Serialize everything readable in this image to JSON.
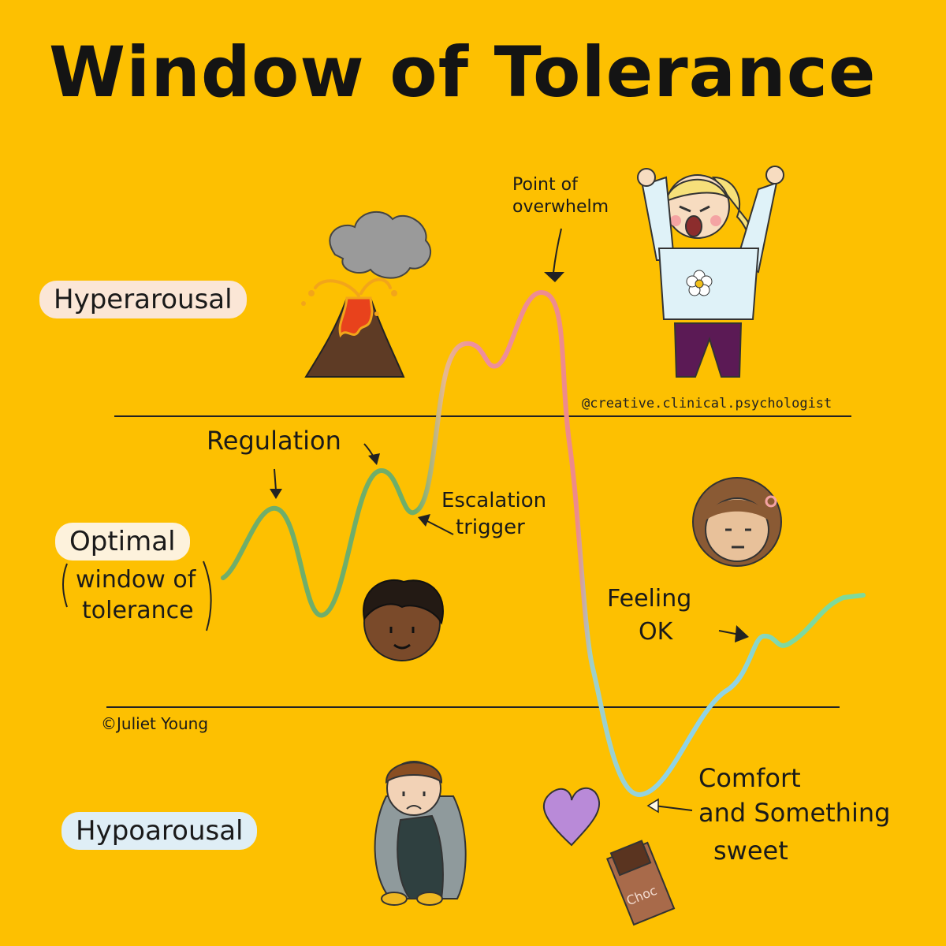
{
  "title": "Window of Tolerance",
  "zones": {
    "hyper": "Hyperarousal",
    "optimal": "Optimal",
    "optimal_sub_1": "window of",
    "optimal_sub_2": "tolerance",
    "hypo": "Hypoarousal"
  },
  "annotations": {
    "overwhelm_1": "Point of",
    "overwhelm_2": "overwhelm",
    "regulation": "Regulation",
    "escalation_1": "Escalation",
    "escalation_2": "trigger",
    "feeling_1": "Feeling",
    "feeling_2": "OK",
    "comfort_1": "Comfort",
    "comfort_2": "and Something",
    "comfort_3": "sweet"
  },
  "chocolate_label": "Choc",
  "credits": {
    "handle": "@creative.clinical.psychologist",
    "author": "©Juliet Young"
  },
  "colors": {
    "background": "#fdc001",
    "optimal_curve": "#6fae6a",
    "hyper_curve": "#ee8a8a",
    "hypo_curve": "#8fd3e6",
    "heart": "#b98ad8"
  },
  "icons": [
    "volcano-icon",
    "angry-girl-icon",
    "calm-boy-face-icon",
    "calm-girl-face-icon",
    "sad-boy-icon",
    "heart-icon",
    "chocolate-icon"
  ]
}
